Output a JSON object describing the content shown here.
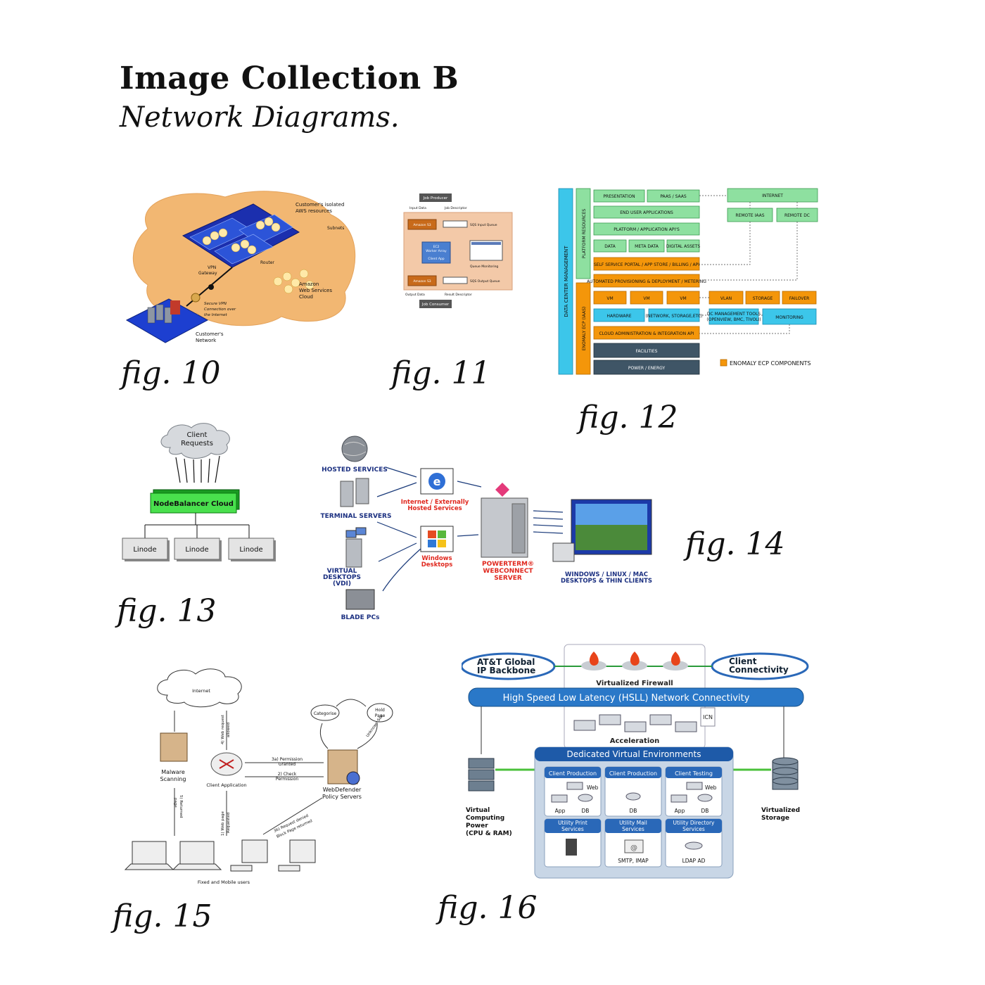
{
  "page": {
    "title": "Image Collection B",
    "subtitle": "Network Diagrams."
  },
  "captions": {
    "fig10": "fig. 10",
    "fig11": "fig. 11",
    "fig12": "fig. 12",
    "fig13": "fig. 13",
    "fig14": "fig. 14",
    "fig15": "fig. 15",
    "fig16": "fig. 16"
  },
  "fig10": {
    "isolated": "Customer's isolated",
    "aws_resources": "AWS resources",
    "subnets": "Subnets",
    "router": "Router",
    "vpn_gateway_1": "VPN",
    "vpn_gateway_2": "Gateway",
    "amazon_1": "Amazon",
    "amazon_2": "Web Services",
    "amazon_3": "Cloud",
    "secure_1": "Secure VPN",
    "secure_2": "Connection over",
    "secure_3": "the Internet",
    "customer_1": "Customer's",
    "customer_2": "Network"
  },
  "fig11": {
    "job_producer": "Job Producer",
    "input_data": "Input Data",
    "job_descriptor": "Job Descriptor",
    "amazon_s3_top": "Amazon S3",
    "sqs_input": "SQS Input Queue",
    "ec2_1": "EC2",
    "ec2_2": "Worker Array",
    "client_app": "Client App",
    "queue_monitoring": "Queue Monitoring",
    "amazon_s3_bottom": "Amazon S3",
    "sqs_output": "SQS Output Queue",
    "output_data": "Output Data",
    "result_descriptor": "Result Descriptor",
    "job_consumer": "Job Consumer"
  },
  "fig12": {
    "dcm": "DATA CENTER MANAGEMENT",
    "platform": "PLATFORM RESOURCES",
    "enomaly_iaas": "ENOMALY ECP (IAAS)",
    "presentation": "PRESENTATION",
    "paas": "PAAS / SAAS",
    "end_user": "END USER APPLICATIONS",
    "platform_api": "PLATFORM / APPLICATION API'S",
    "data": "DATA",
    "meta_data": "META DATA",
    "digital_assets": "DIGITAL ASSETS",
    "self_service": "SELF SERVICE PORTAL / APP STORE / BILLING / API",
    "automated": "AUTOMATED PROVISIONING & DEPLOYMENT / METERING",
    "vm": "VM",
    "vlan": "VLAN",
    "storage": "STORAGE",
    "failover": "FAILOVER",
    "hardware": "HARDWARE",
    "network": "(NETWORK, STORAGE,ETC)",
    "dc_tools": "DC MANAGEMENT TOOLS",
    "dc_tools_sub": "(OPENVIEW, BMC, TIVOLI)",
    "monitoring": "MONITORING",
    "cloud_admin": "CLOUD ADMINISTRATION & INTEGRATION API",
    "facilities": "FACILITIES",
    "power": "POWER / ENERGY",
    "internet": "INTERNET",
    "remote_iaas": "REMOTE IAAS",
    "remote_dc": "REMOTE DC",
    "legend": "ENOMALY ECP COMPONENTS"
  },
  "fig13": {
    "client_1": "Client",
    "client_2": "Requests",
    "balancer": "NodeBalancer Cloud",
    "linodes": [
      "Linode",
      "Linode",
      "Linode"
    ]
  },
  "fig14": {
    "hosted": "HOSTED SERVICES",
    "terminal": "TERMINAL SERVERS",
    "virtual_1": "VIRTUAL",
    "virtual_2": "DESKTOPS",
    "virtual_3": "(VDI)",
    "blade": "BLADE PCs",
    "internet_1": "Internet / Externally",
    "internet_2": "Hosted Services",
    "windows_1": "Windows",
    "windows_2": "Desktops",
    "powerterm_1": "POWERTERM®",
    "powerterm_2": "WEBCONNECT",
    "powerterm_3": "SERVER",
    "clients_1": "WINDOWS / LINUX / MAC",
    "clients_2": "DESKTOPS & THIN CLIENTS"
  },
  "fig15": {
    "internet": "Internet",
    "malware_1": "Malware",
    "malware_2": "Scanning",
    "client_app": "Client Application",
    "webdefender_1": "WebDefender",
    "webdefender_2": "Policy Servers",
    "categorise": "Categorise",
    "hold_1": "Hold",
    "hold_2": "Page",
    "unknown": "Unknown Site",
    "perm_granted_1": "3a) Permission",
    "perm_granted_2": "Granted",
    "check_1": "2) Check",
    "check_2": "Permission",
    "web_allowed_1": "4) Web request",
    "web_allowed_2": "allowed",
    "web_page_1": "1) Web page",
    "web_page_2": "Requested",
    "returned_1": "5) Returned",
    "returned_2": "page",
    "denied_1": "3b) Request denied",
    "denied_2": "Block Page returned",
    "users": "Fixed and Mobile users"
  },
  "fig16": {
    "att_1": "AT&T Global",
    "att_2": "IP Backbone",
    "client_conn_1": "Client",
    "client_conn_2": "Connectivity",
    "firewall": "Virtualized Firewall",
    "hsll": "High Speed Low Latency (HSLL) Network Connectivity",
    "icn": "ICN",
    "acceleration": "Acceleration",
    "dve": "Dedicated Virtual Environments",
    "virt_comp_1": "Virtual",
    "virt_comp_2": "Computing",
    "virt_comp_3": "Power",
    "virt_comp_4": "(CPU & RAM)",
    "virt_storage_1": "Virtualized",
    "virt_storage_2": "Storage",
    "client_prod_a": "Client Production",
    "client_prod_b": "Client Production",
    "client_testing": "Client Testing",
    "web": "Web",
    "app": "App",
    "db": "DB",
    "print_1": "Utility Print",
    "print_2": "Services",
    "mail_1": "Utility Mail",
    "mail_2": "Services",
    "dir_1": "Utility Directory",
    "dir_2": "Services",
    "smtp": "SMTP, IMAP",
    "ldap": "LDAP AD"
  }
}
